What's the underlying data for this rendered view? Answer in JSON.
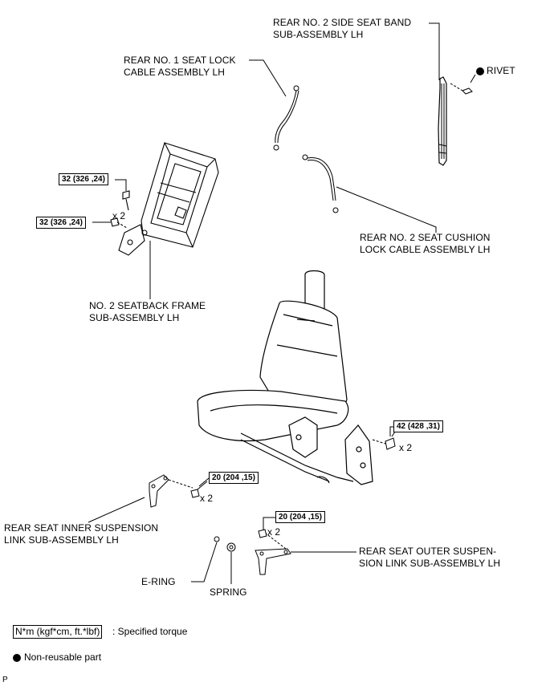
{
  "labels": {
    "side_band": "REAR NO. 2 SIDE SEAT BAND\nSUB-ASSEMBLY LH",
    "rivet": "RIVET",
    "lock_cable_1": "REAR NO. 1 SEAT LOCK\nCABLE ASSEMBLY LH",
    "cushion_cable_2": "REAR NO. 2 SEAT CUSHION\nLOCK CABLE ASSEMBLY LH",
    "seatback_frame": "NO. 2 SEATBACK FRAME\nSUB-ASSEMBLY LH",
    "inner_link": "REAR SEAT INNER SUSPENSION\nLINK SUB-ASSEMBLY LH",
    "outer_link": "REAR SEAT OUTER SUSPEN-\nSION LINK SUB-ASSEMBLY LH",
    "e_ring": "E-RING",
    "spring": "SPRING"
  },
  "torques": {
    "t1": "32 (326 ,24)",
    "t2": "32 (326 ,24)",
    "t3": "42 (428 ,31)",
    "t4": "20 (204 ,15)",
    "t5": "20 (204 ,15)"
  },
  "multipliers": {
    "m1": "x 2",
    "m2": "x 2",
    "m3": "x 2",
    "m4": "x 2"
  },
  "legend": {
    "torque_unit": "N*m (kgf*cm, ft.*lbf)",
    "torque_desc": ": Specified torque",
    "nonreusable": "Non-reusable part"
  },
  "corner_mark": "P"
}
